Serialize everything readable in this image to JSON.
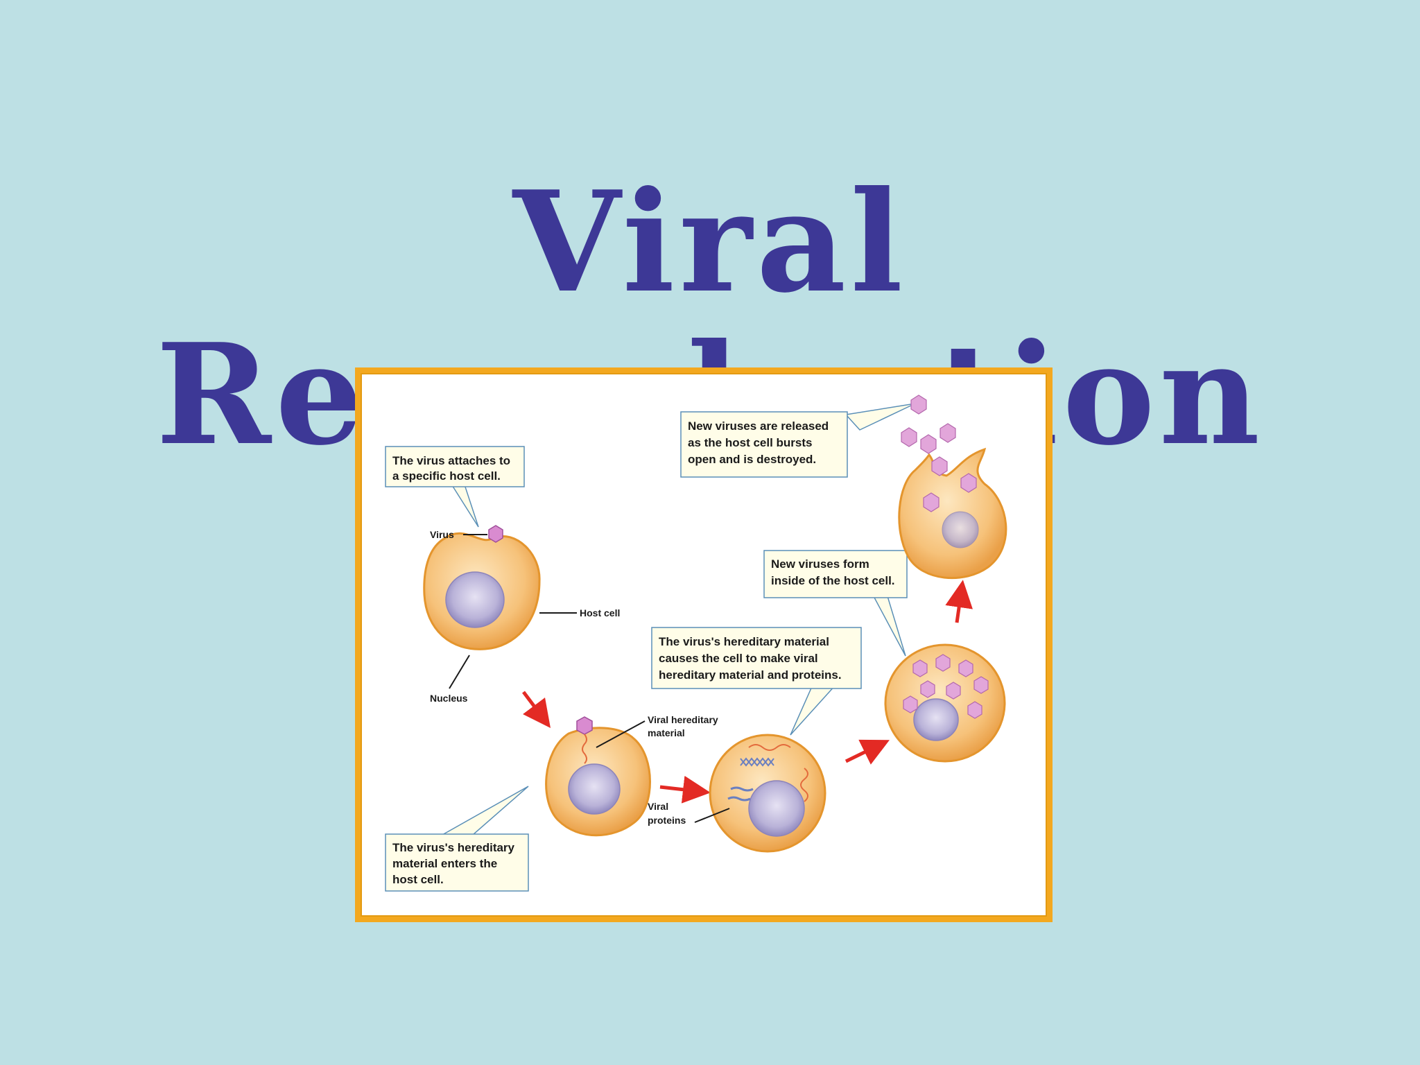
{
  "slide": {
    "title": "Viral Reproduction",
    "background": "#bde0e4",
    "title_color": "#3d3896",
    "frame_color": "#f3a81f"
  },
  "diagram": {
    "captions": {
      "attach": [
        "The virus attaches to",
        "a specific host cell."
      ],
      "enter": [
        "The virus's hereditary",
        "material enters the",
        "host cell."
      ],
      "make": [
        "The virus's hereditary material",
        "causes the cell to make viral",
        "hereditary material and proteins."
      ],
      "form": [
        "New viruses form",
        "inside of the host cell."
      ],
      "release": [
        "New viruses are released",
        "as the host cell bursts",
        "open and is destroyed."
      ]
    },
    "labels": {
      "virus": "Virus",
      "host_cell": "Host cell",
      "nucleus": "Nucleus",
      "viral_hereditary": [
        "Viral hereditary",
        "material"
      ],
      "viral_proteins": [
        "Viral",
        "proteins"
      ]
    },
    "colors": {
      "cell": "#f6c27a",
      "cell_edge": "#e4952d",
      "nucleus": "#b9b2d8",
      "virus": "#d98bd0",
      "arrow": "#e32a24",
      "caption_border": "#5a8fb7",
      "caption_fill": "#fffde8"
    }
  }
}
